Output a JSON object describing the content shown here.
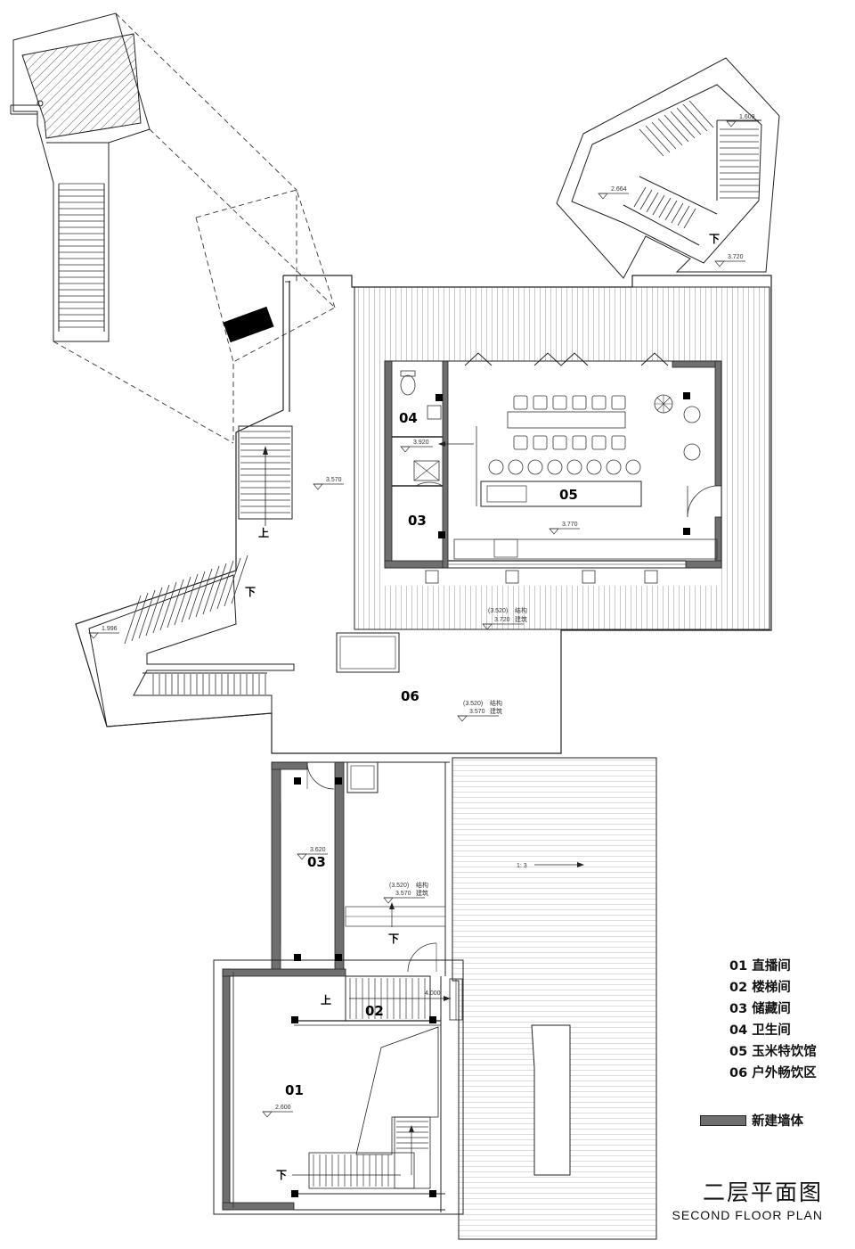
{
  "drawing": {
    "title_cn": "二层平面图",
    "title_en": "SECOND FLOOR PLAN"
  },
  "legend": {
    "items": [
      "01 直播间",
      "02 楼梯间",
      "03 储藏间",
      "04 卫生间",
      "05 玉米特饮馆",
      "06 户外畅饮区"
    ],
    "new_wall_label": "新建墙体"
  },
  "room_labels": {
    "r04": "04",
    "r05": "05",
    "r03_top": "03",
    "r06": "06",
    "r03_bottom": "03",
    "r02": "02",
    "r01": "01"
  },
  "stair_labels": {
    "up": "上",
    "down": "下"
  },
  "elevations": {
    "e1609": "1.609",
    "e2664": "2.664",
    "e3720_ne": "3.720",
    "e3920": "3.920",
    "e3570": "3.570",
    "e3770": "3.770",
    "e1996": "1.996",
    "e3520_a": "(3.520)",
    "e3720_a": "3.720",
    "e3520_b": "(3.520)",
    "e3570_b": "3.570",
    "e3620": "3.620",
    "e3520_c": "(3.520)",
    "e3570_c": "3.570",
    "e4000": "4.000",
    "e2600": "2.600",
    "slope": "1: 3",
    "note_struct": "结构",
    "note_arch": "建筑"
  },
  "colors": {
    "new_wall": "#6f6f6f",
    "line": "#222222",
    "deck": "#9a9a9a"
  }
}
